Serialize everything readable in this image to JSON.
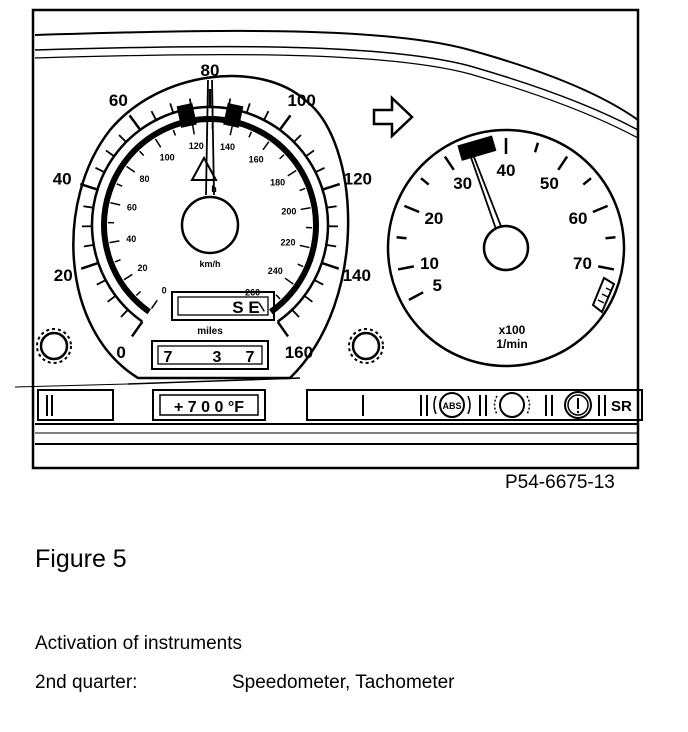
{
  "speedometer": {
    "mph_labels": [
      {
        "text": "0",
        "value": 0
      },
      {
        "text": "20",
        "value": 20
      },
      {
        "text": "40",
        "value": 40
      },
      {
        "text": "60",
        "value": 60
      },
      {
        "text": "80",
        "value": 80
      },
      {
        "text": "100",
        "value": 100
      },
      {
        "text": "120",
        "value": 120
      },
      {
        "text": "140",
        "value": 140
      },
      {
        "text": "160",
        "value": 160
      }
    ],
    "kmh_labels": [
      {
        "text": "0",
        "value": 0
      },
      {
        "text": "20",
        "value": 20
      },
      {
        "text": "40",
        "value": 40
      },
      {
        "text": "60",
        "value": 60
      },
      {
        "text": "80",
        "value": 80
      },
      {
        "text": "100",
        "value": 100
      },
      {
        "text": "120",
        "value": 120
      },
      {
        "text": "140",
        "value": 140
      },
      {
        "text": "160",
        "value": 160
      },
      {
        "text": "180",
        "value": 180
      },
      {
        "text": "200",
        "value": 200
      },
      {
        "text": "220",
        "value": 220
      },
      {
        "text": "240",
        "value": 240
      },
      {
        "text": "260",
        "value": 260
      }
    ],
    "unit_kmh": "km/h",
    "unit_mph_partial": "h",
    "needle_mph": 80,
    "gear_display": "S E",
    "odometer_unit": "miles",
    "odometer_digits": [
      "7",
      "3",
      "_",
      "7"
    ]
  },
  "tachometer": {
    "labels": [
      {
        "text": "5",
        "value": 5
      },
      {
        "text": "10",
        "value": 10
      },
      {
        "text": "20",
        "value": 20
      },
      {
        "text": "30",
        "value": 30
      },
      {
        "text": "40",
        "value": 40
      },
      {
        "text": "50",
        "value": 50
      },
      {
        "text": "60",
        "value": 60
      },
      {
        "text": "70",
        "value": 70
      }
    ],
    "unit_line1": "x100",
    "unit_line2": "1/min",
    "needle_value": 34
  },
  "center_display": "+ 7 0 0 °F",
  "abs_label": "ABS",
  "sr_label": "SR",
  "part_number": "P54-6675-13",
  "figure_title": "Figure 5",
  "caption": "Activation of instruments",
  "quarter_label": "2nd quarter:",
  "quarter_value": "Speedometer, Tachometer"
}
